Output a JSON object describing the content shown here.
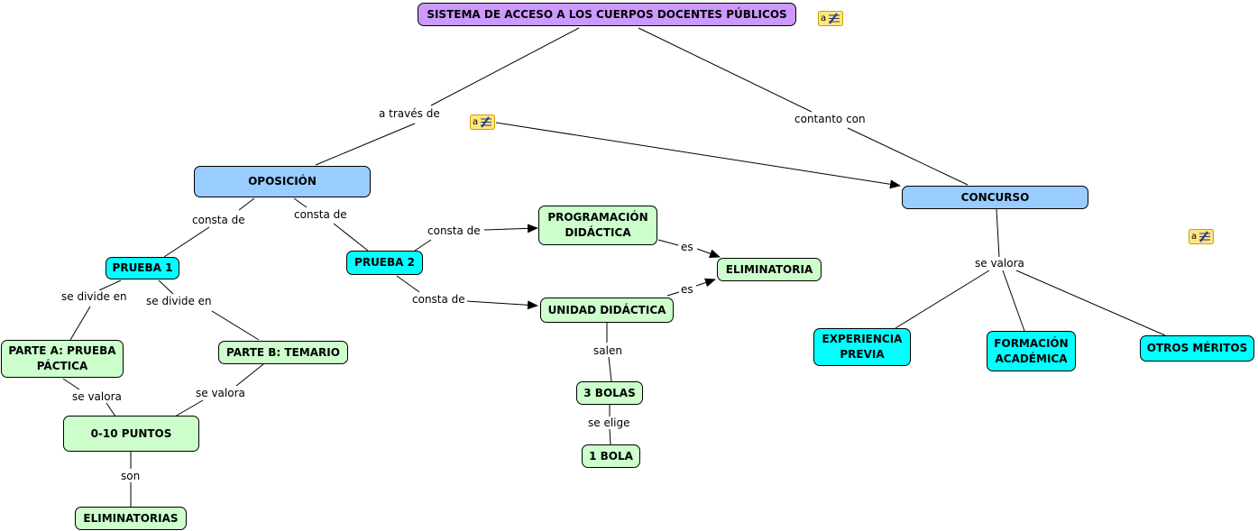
{
  "colors": {
    "root": "#cc99ff",
    "main": "#99ccff",
    "sub": "#00ffff",
    "leaf": "#ccffcc"
  },
  "nodes": {
    "root": "SISTEMA DE ACCESO A LOS CUERPOS DOCENTES PÚBLICOS",
    "oposicion": "OPOSICIÓN",
    "concurso": "CONCURSO",
    "prueba1": "PRUEBA 1",
    "prueba2": "PRUEBA 2",
    "programacion": "PROGRAMACIÓN DIDÁCTICA",
    "eliminatoria": "ELIMINATORIA",
    "unidad": "UNIDAD DIDÁCTICA",
    "parteA": "PARTE A: PRUEBA PÁCTICA",
    "parteB": "PARTE B: TEMARIO",
    "puntos": "0-10 PUNTOS",
    "eliminatorias": "ELIMINATORIAS",
    "bolas3": "3 BOLAS",
    "bola1": "1 BOLA",
    "experiencia": "EXPERIENCIA PREVIA",
    "formacion": "FORMACIÓN ACADÉMICA",
    "otros": "OTROS MÉRITOS"
  },
  "links": {
    "a_traves_de": "a través de",
    "contanto_con": "contanto con",
    "consta_de_1": "consta de",
    "consta_de_2": "consta de",
    "consta_de_3": "consta de",
    "consta_de_4": "consta de",
    "es_1": "es",
    "es_2": "es",
    "se_divide_en_1": "se divide en",
    "se_divide_en_2": "se divide en",
    "se_valora_1": "se valora",
    "se_valora_2": "se valora",
    "se_valora_3": "se valora",
    "son": "son",
    "salen": "salen",
    "se_elige": "se elige"
  },
  "icons": [
    "note-icon",
    "note-icon",
    "note-icon"
  ]
}
